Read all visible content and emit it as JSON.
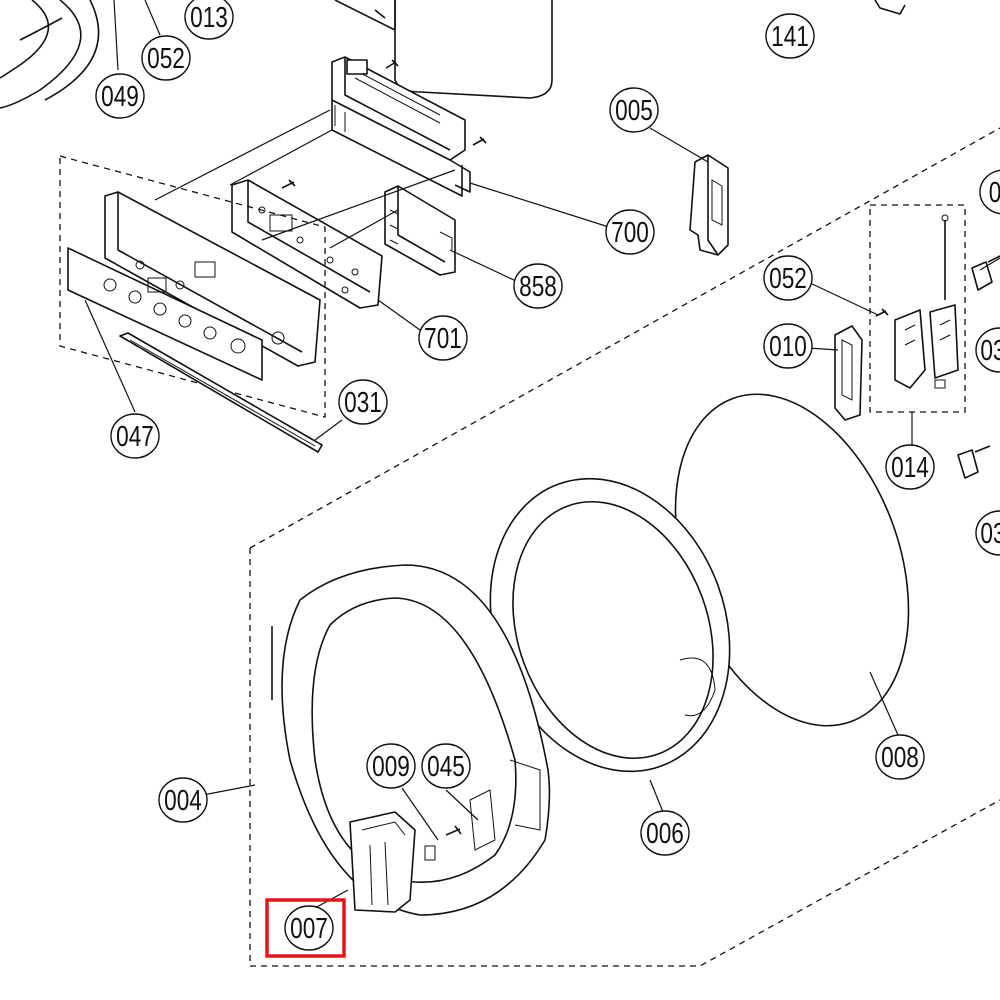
{
  "diagram": {
    "callouts": [
      {
        "id": "013",
        "label": "013"
      },
      {
        "id": "052a",
        "label": "052"
      },
      {
        "id": "049",
        "label": "049"
      },
      {
        "id": "141",
        "label": "141"
      },
      {
        "id": "005",
        "label": "005"
      },
      {
        "id": "700",
        "label": "700"
      },
      {
        "id": "858",
        "label": "858"
      },
      {
        "id": "701",
        "label": "701"
      },
      {
        "id": "047",
        "label": "047"
      },
      {
        "id": "031",
        "label": "031"
      },
      {
        "id": "052b",
        "label": "052"
      },
      {
        "id": "010",
        "label": "010"
      },
      {
        "id": "014",
        "label": "014"
      },
      {
        "id": "03a",
        "label": "03"
      },
      {
        "id": "03b",
        "label": "03"
      },
      {
        "id": "0c",
        "label": "0"
      },
      {
        "id": "008",
        "label": "008"
      },
      {
        "id": "006",
        "label": "006"
      },
      {
        "id": "009",
        "label": "009"
      },
      {
        "id": "045",
        "label": "045"
      },
      {
        "id": "004",
        "label": "004"
      },
      {
        "id": "007",
        "label": "007"
      }
    ],
    "highlight": {
      "target": "007",
      "color": "#e8141b"
    }
  }
}
